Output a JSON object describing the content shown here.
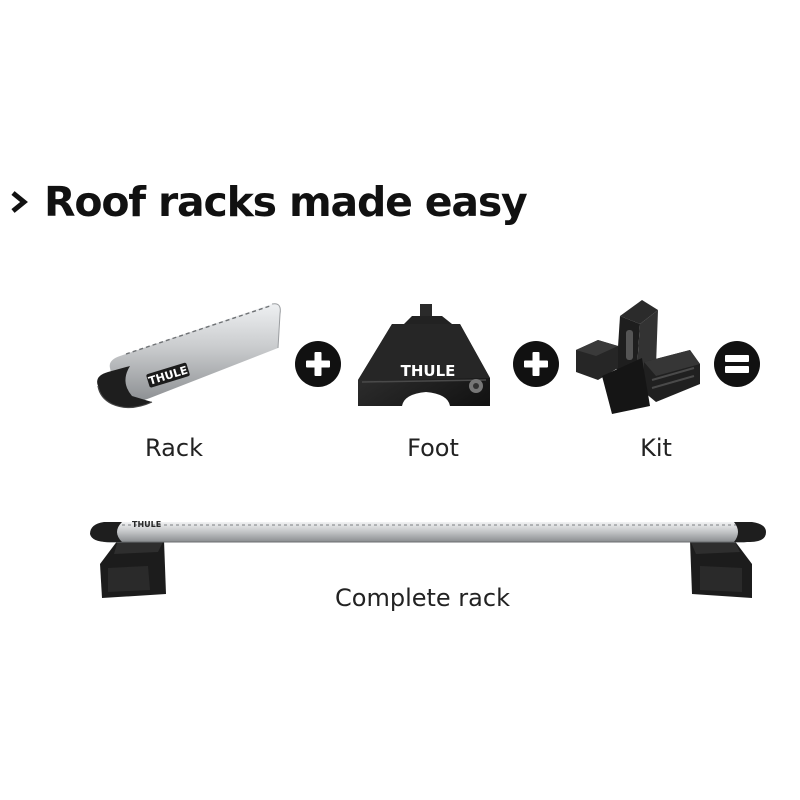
{
  "headline": {
    "icon": "chevron-right-icon",
    "text": "Roof racks made easy"
  },
  "brand": "THULE",
  "components": [
    {
      "label": "Rack",
      "icon": "wing-bar-icon"
    },
    {
      "label": "Foot",
      "icon": "rack-foot-icon"
    },
    {
      "label": "Kit",
      "icon": "fitting-kit-icon"
    }
  ],
  "operators": [
    "plus-icon",
    "plus-icon",
    "equals-icon"
  ],
  "result": {
    "label": "Complete rack",
    "icon": "complete-roof-rack-icon"
  },
  "colors": {
    "text": "#1a1a1a",
    "badge": "#111111",
    "aluminium": "#c4c6c8",
    "plastic": "#1c1c1c"
  }
}
